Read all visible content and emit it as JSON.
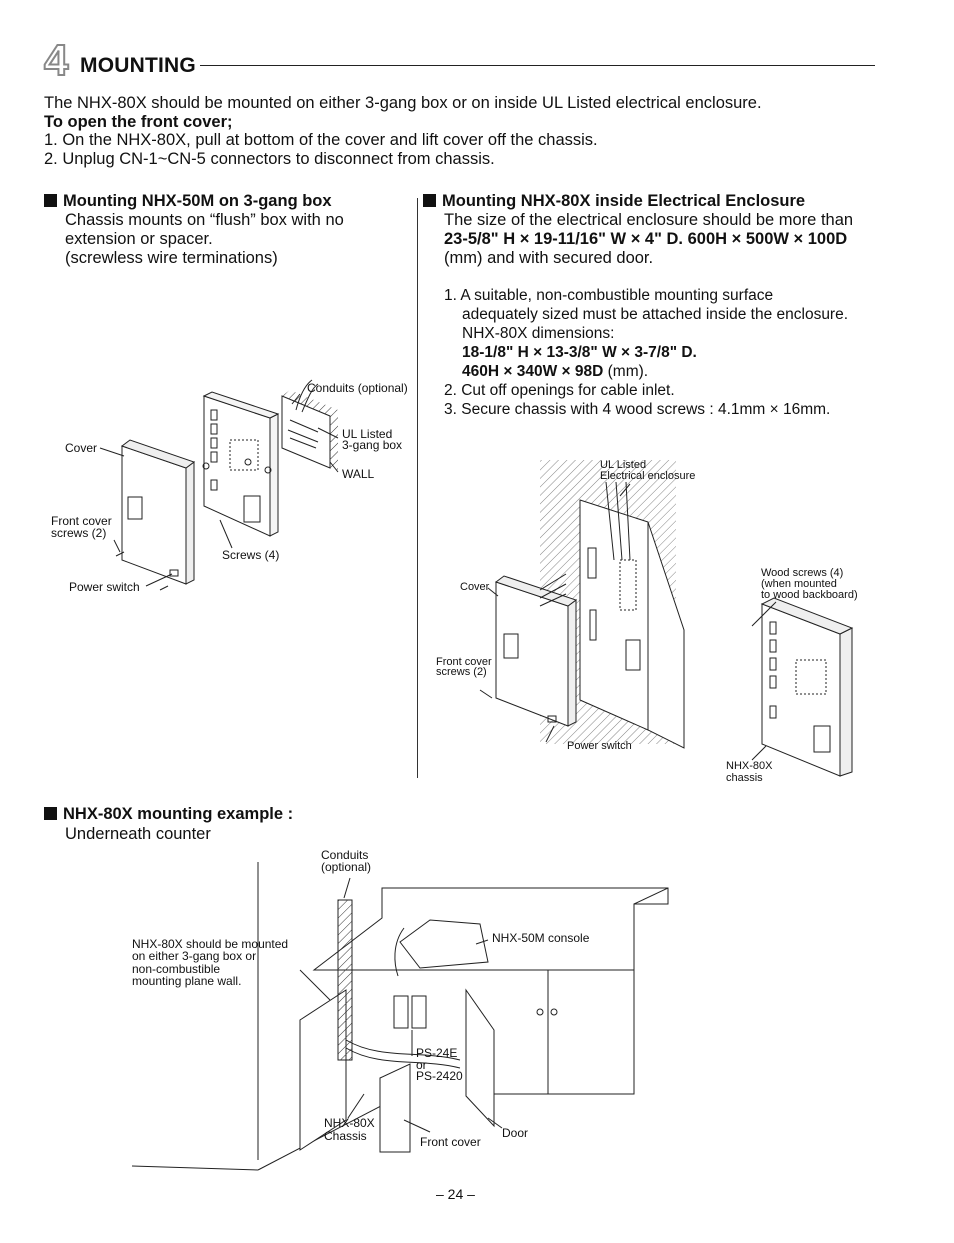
{
  "section": {
    "number": "4",
    "title": "MOUNTING"
  },
  "intro": {
    "line1": "The NHX-80X should be mounted on either 3-gang box or on inside UL Listed electrical enclosure.",
    "open_heading": "To open the front cover;",
    "step1": "1. On the NHX-80X, pull at bottom of the cover and lift cover off the chassis.",
    "step2": "2. Unplug CN-1~CN-5 connectors to disconnect from chassis."
  },
  "left": {
    "heading": "Mounting NHX-50M on 3-gang box",
    "lines": [
      "Chassis mounts on “flush” box with no",
      "extension or spacer.",
      "(screwless wire terminations)"
    ],
    "labels": {
      "conduits": "Conduits (optional)",
      "ul1": "UL Listed",
      "ul2": "3-gang box",
      "wall": "WALL",
      "cover": "Cover",
      "fcs1": "Front cover",
      "fcs2": "screws (2)",
      "screws": "Screws (4)",
      "power": "Power switch"
    }
  },
  "right": {
    "heading": "Mounting NHX-80X inside Electrical Enclosure",
    "line1": "The size of the electrical enclosure should be more than",
    "dims_bold": "23-5/8\" H × 19-11/16\" W × 4\" D.  600H × 500W × 100D",
    "dims_tail": "(mm) and with secured door.",
    "item1a": "1. A suitable, non-combustible mounting surface",
    "item1b": "adequately sized must be attached inside the  enclosure.",
    "item1c": "NHX-80X dimensions:",
    "item1d": "18-1/8\" H × 13-3/8\" W × 3-7/8\" D.",
    "item1e_bold": "460H × 340W × 98D",
    "item1e_tail": " (mm).",
    "item2": "2. Cut off openings for cable inlet.",
    "item3": "3. Secure chassis with 4 wood screws : 4.1mm × 16mm.",
    "labels": {
      "ul1": "UL Listed",
      "ul2": "Electrical enclosure",
      "cover": "Cover",
      "fcs1": "Front cover",
      "fcs2": "screws (2)",
      "power": "Power switch",
      "wood1": "Wood screws (4)",
      "wood2": "(when mounted",
      "wood3": " to wood backboard)",
      "chassis1": "NHX-80X",
      "chassis2": "chassis"
    }
  },
  "example": {
    "heading": "NHX-80X mounting example :",
    "sub": "Underneath counter",
    "labels": {
      "conduits1": "Conduits",
      "conduits2": "(optional)",
      "note1": "NHX-80X should be mounted",
      "note2": "on either 3-gang box or",
      "note3": "non-combustible",
      "note4": "mounting plane wall.",
      "console": "NHX-50M console",
      "ps1": "PS-24E",
      "ps2": "or",
      "ps3": "PS-2420",
      "chassis1": "NHX-80X",
      "chassis2": "Chassis",
      "front": "Front cover",
      "door": "Door"
    }
  },
  "page_number": "– 24 –"
}
